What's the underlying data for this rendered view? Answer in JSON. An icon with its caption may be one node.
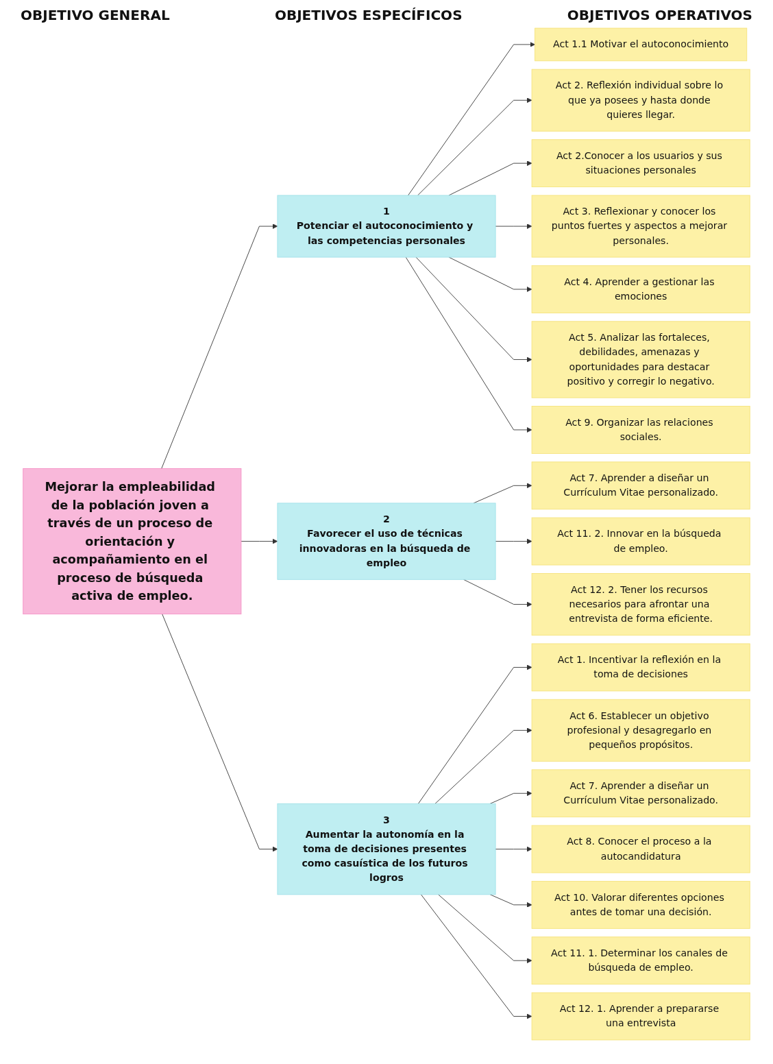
{
  "diagram": {
    "nodes": [
      {
        "text": [
          "Mejorar la empleabilidad de la población joven a través de un proceso de orientación y acompañamiento en el proceso de búsqueda activa de empleo."
        ]
      },
      {
        "text": [
          "1",
          "Potenciar el autoconocimiento y las competencias personales"
        ]
      },
      {
        "text": [
          "2",
          "Favorecer el uso de técnicas innovadoras en la búsqueda de empleo"
        ]
      },
      {
        "text": [
          "3",
          "Aumentar la autonomía en la toma de decisiones presentes como casuística de los futuros logros"
        ]
      },
      {
        "text": [
          "Act 1.1 Motivar el autoconocimiento"
        ]
      },
      {
        "text": [
          "Act 2. Reflexión individual sobre lo que ya posees y hasta donde quieres llegar."
        ]
      },
      {
        "text": [
          "Act 2.Conocer a los usuarios y sus situaciones personales"
        ]
      },
      {
        "text": [
          "Act 3. Reflexionar y conocer los puntos fuertes y aspectos a mejorar personales."
        ]
      },
      {
        "text": [
          "Act 4. Aprender a gestionar las emociones"
        ]
      },
      {
        "text": [
          "Act 5. Analizar las fortaleces, debilidades, amenazas y oportunidades para destacar positivo y corregir lo negativo."
        ]
      },
      {
        "text": [
          "Act 9. Organizar las relaciones sociales."
        ]
      },
      {
        "text": [
          "Act 7. Aprender a diseñar un Currículum Vitae personalizado."
        ]
      },
      {
        "text": [
          "Act 11. 2. Innovar en la búsqueda de empleo."
        ]
      },
      {
        "text": [
          "Act 12. 2. Tener los recursos necesarios para afrontar una entrevista de forma eficiente."
        ]
      },
      {
        "text": [
          "Act 1. Incentivar la reflexión en la toma de decisiones"
        ]
      },
      {
        "text": [
          "Act 6. Establecer un objetivo profesional y desagregarlo en pequeños propósitos."
        ]
      },
      {
        "text": [
          "Act 7. Aprender a diseñar un Currículum Vitae personalizado."
        ]
      },
      {
        "text": [
          "Act 8. Conocer el proceso a la autocandidatura"
        ]
      },
      {
        "text": [
          "Act 10. Valorar diferentes opciones antes de tomar una decisión."
        ]
      },
      {
        "text": [
          "Act 11. 1. Determinar los canales de búsqueda de empleo."
        ]
      },
      {
        "text": [
          "Act 12. 1. Aprender a prepararse una entrevista"
        ]
      }
    ],
    "edges": [
      {
        "from": 0,
        "to": 1,
        "arrow": "to"
      },
      {
        "from": 0,
        "to": 2,
        "arrow": "to"
      },
      {
        "from": 0,
        "to": 3,
        "arrow": "to"
      },
      {
        "from": 1,
        "to": 4,
        "arrow": "to"
      },
      {
        "from": 1,
        "to": 5,
        "arrow": "to"
      },
      {
        "from": 1,
        "to": 6,
        "arrow": "to"
      },
      {
        "from": 1,
        "to": 7,
        "arrow": "to"
      },
      {
        "from": 1,
        "to": 8,
        "arrow": "to"
      },
      {
        "from": 1,
        "to": 9,
        "arrow": "to"
      },
      {
        "from": 1,
        "to": 10,
        "arrow": "to"
      },
      {
        "from": 2,
        "to": 11,
        "arrow": "to"
      },
      {
        "from": 2,
        "to": 12,
        "arrow": "to"
      },
      {
        "from": 2,
        "to": 13,
        "arrow": "to"
      },
      {
        "from": 3,
        "to": 14,
        "arrow": "to"
      },
      {
        "from": 3,
        "to": 15,
        "arrow": "to"
      },
      {
        "from": 3,
        "to": 16,
        "arrow": "to"
      },
      {
        "from": 3,
        "to": 17,
        "arrow": "to"
      },
      {
        "from": 3,
        "to": 18,
        "arrow": "to"
      },
      {
        "from": 3,
        "to": 19,
        "arrow": "to"
      },
      {
        "from": 3,
        "to": 20,
        "arrow": "to"
      }
    ],
    "labels": [
      "OBJETIVOS OPERATIVOS",
      "OBJETIVOS ESPECÍFICOS",
      "OBJETIVO GENERAL"
    ]
  }
}
